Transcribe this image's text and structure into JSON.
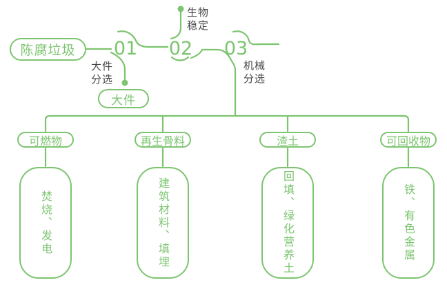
{
  "colors": {
    "accent_green": "#7CC46F",
    "label_gray": "#474747",
    "background": "#FFFFFF"
  },
  "source": {
    "label": "陈腐垃圾"
  },
  "steps": [
    {
      "number": "01",
      "side_label": "大件\n分选"
    },
    {
      "number": "02",
      "side_label": "生物\n稳定"
    },
    {
      "number": "03",
      "side_label": "机械\n分选"
    }
  ],
  "bulky_output": {
    "label": "大件"
  },
  "branches": [
    {
      "category": "可燃物",
      "result": "焚烧、发电"
    },
    {
      "category": "再生骨料",
      "result": "建筑材料、填埋"
    },
    {
      "category": "渣土",
      "result": "回填、绿化营养土"
    },
    {
      "category": "可回收物",
      "result": "铁、有色金属"
    }
  ]
}
